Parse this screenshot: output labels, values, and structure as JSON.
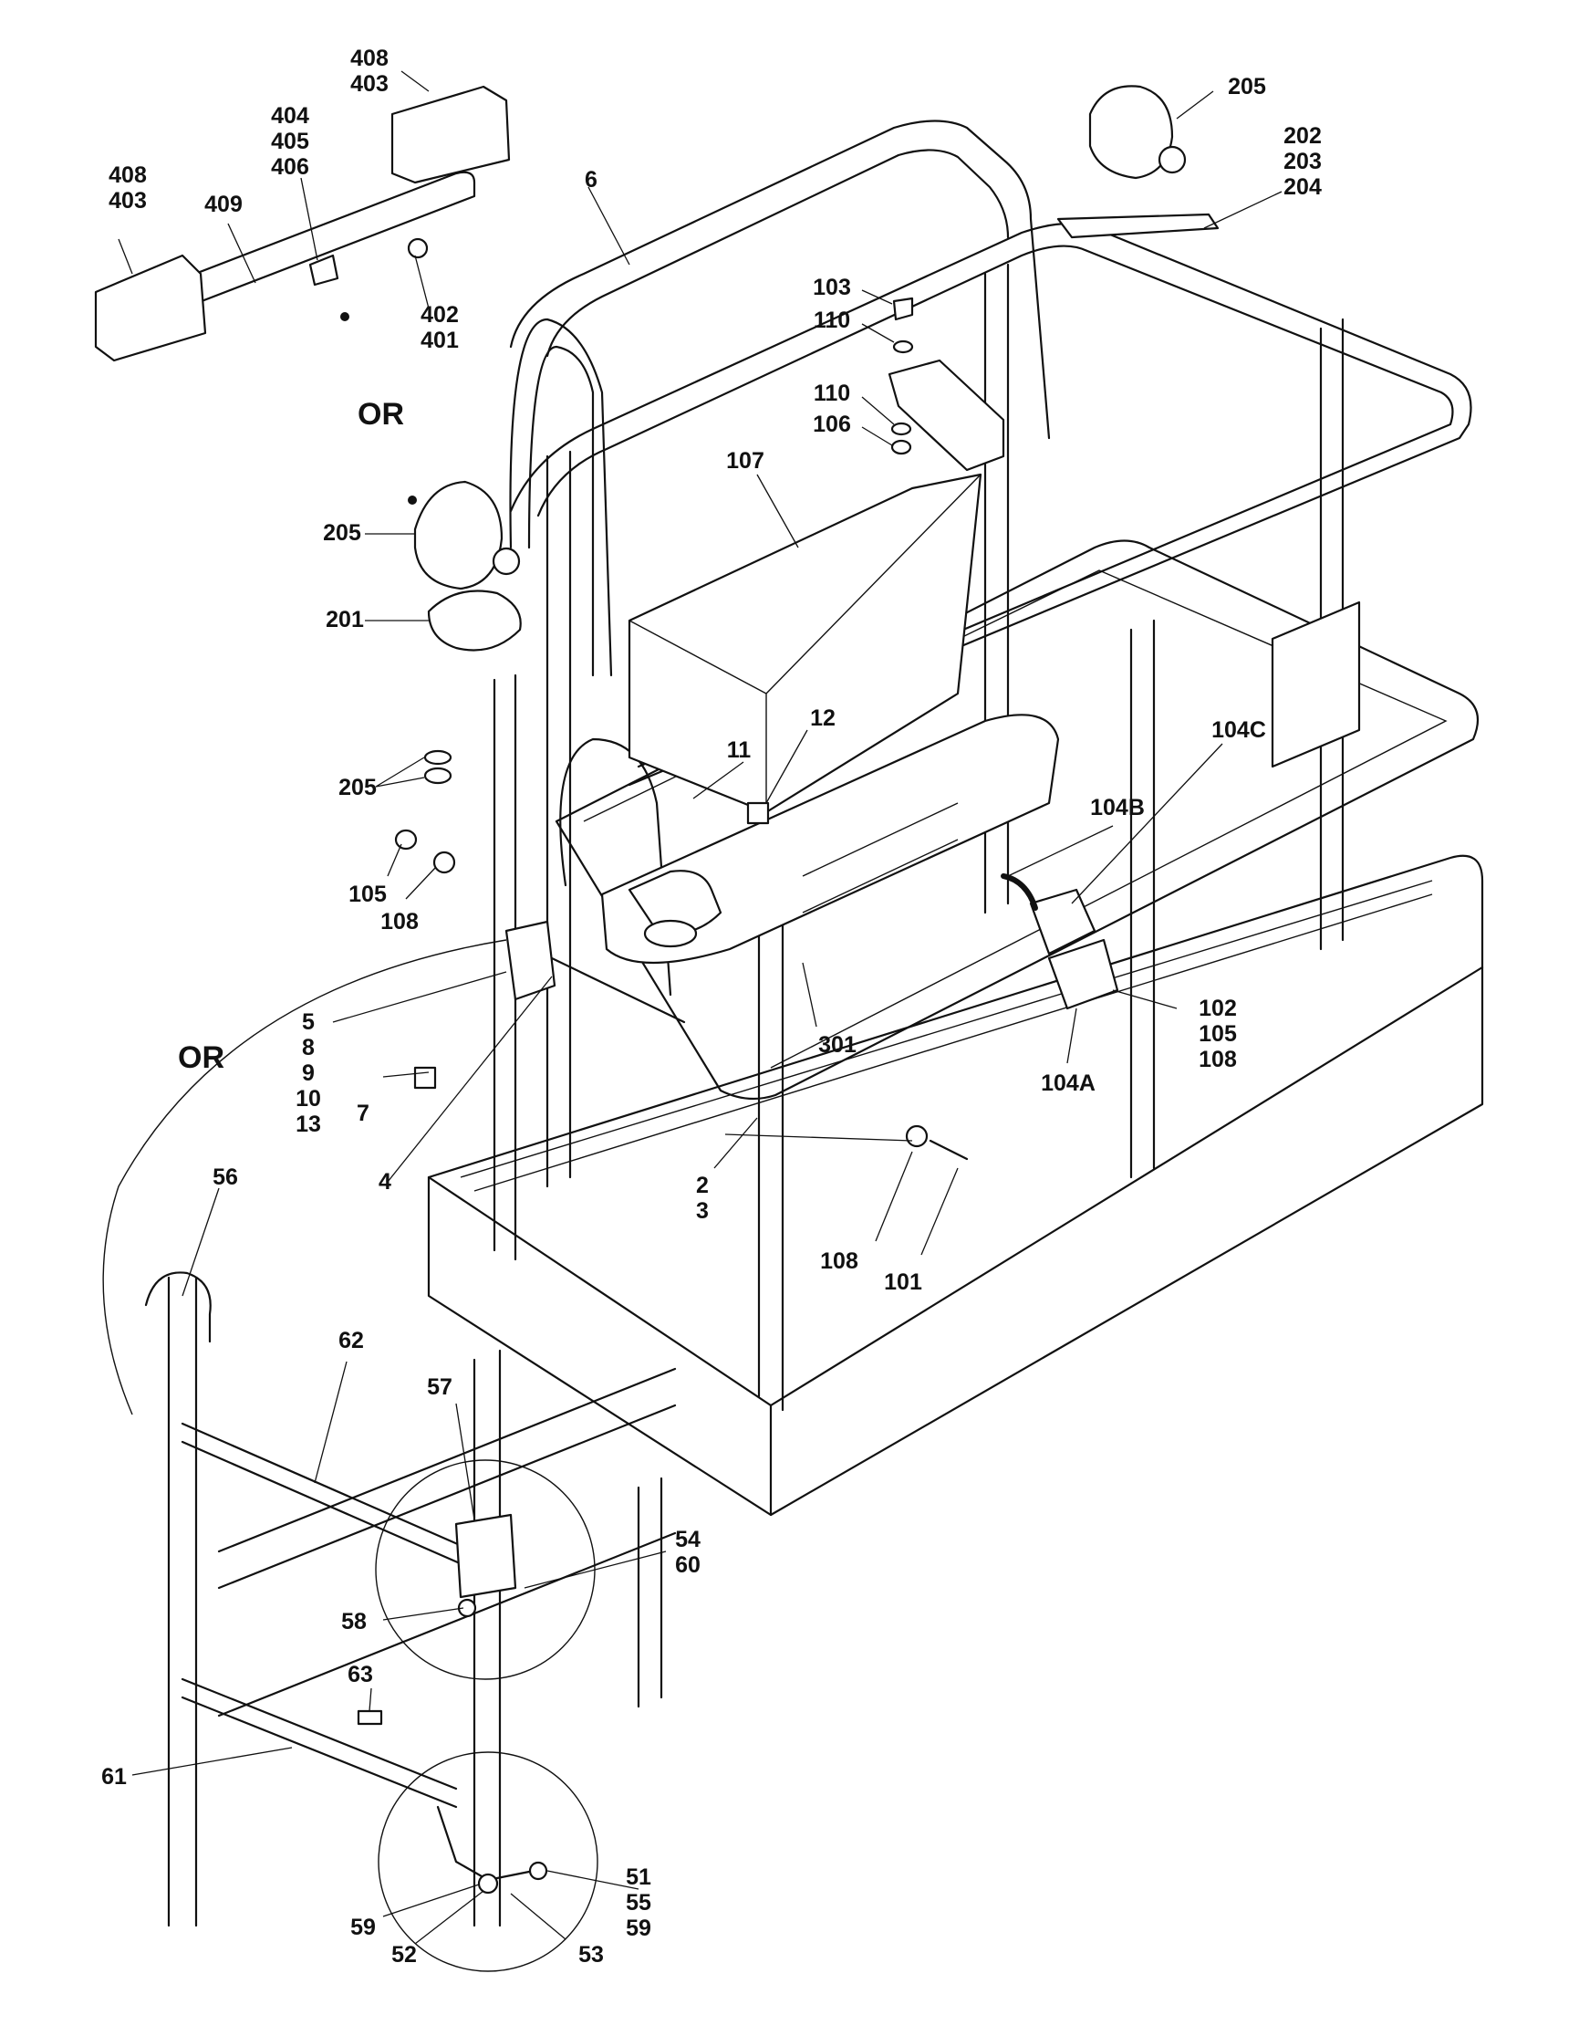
{
  "or_label": "OR",
  "callouts": [
    {
      "id": "c-408-403-right",
      "lines": [
        "408",
        "403"
      ]
    },
    {
      "id": "c-404-405-406",
      "lines": [
        "404",
        "405",
        "406"
      ]
    },
    {
      "id": "c-408-403-left",
      "lines": [
        "408",
        "403"
      ]
    },
    {
      "id": "c-409",
      "lines": [
        "409"
      ]
    },
    {
      "id": "c-402-401",
      "lines": [
        "402",
        "401"
      ]
    },
    {
      "id": "c-6",
      "lines": [
        "6"
      ]
    },
    {
      "id": "c-205-top",
      "lines": [
        "205"
      ]
    },
    {
      "id": "c-202-203-204",
      "lines": [
        "202",
        "203",
        "204"
      ]
    },
    {
      "id": "c-103",
      "lines": [
        "103"
      ]
    },
    {
      "id": "c-110-a",
      "lines": [
        "110"
      ]
    },
    {
      "id": "c-110-b",
      "lines": [
        "110"
      ]
    },
    {
      "id": "c-106",
      "lines": [
        "106"
      ]
    },
    {
      "id": "c-107",
      "lines": [
        "107"
      ]
    },
    {
      "id": "c-205-mid",
      "lines": [
        "205"
      ]
    },
    {
      "id": "c-201",
      "lines": [
        "201"
      ]
    },
    {
      "id": "c-205-low",
      "lines": [
        "205"
      ]
    },
    {
      "id": "c-105",
      "lines": [
        "105"
      ]
    },
    {
      "id": "c-108-a",
      "lines": [
        "108"
      ]
    },
    {
      "id": "c-12",
      "lines": [
        "12"
      ]
    },
    {
      "id": "c-11",
      "lines": [
        "11"
      ]
    },
    {
      "id": "c-104C",
      "lines": [
        "104C"
      ]
    },
    {
      "id": "c-104B",
      "lines": [
        "104B"
      ]
    },
    {
      "id": "c-5-group",
      "lines": [
        "5",
        "8",
        "9",
        "10",
        "13"
      ]
    },
    {
      "id": "c-7",
      "lines": [
        "7"
      ]
    },
    {
      "id": "c-4",
      "lines": [
        "4"
      ]
    },
    {
      "id": "c-301",
      "lines": [
        "301"
      ]
    },
    {
      "id": "c-102-105-108",
      "lines": [
        "102",
        "105",
        "108"
      ]
    },
    {
      "id": "c-104A",
      "lines": [
        "104A"
      ]
    },
    {
      "id": "c-2-3",
      "lines": [
        "2",
        "3"
      ]
    },
    {
      "id": "c-108-b",
      "lines": [
        "108"
      ]
    },
    {
      "id": "c-101",
      "lines": [
        "101"
      ]
    },
    {
      "id": "c-56",
      "lines": [
        "56"
      ]
    },
    {
      "id": "c-62",
      "lines": [
        "62"
      ]
    },
    {
      "id": "c-57",
      "lines": [
        "57"
      ]
    },
    {
      "id": "c-54-60",
      "lines": [
        "54",
        "60"
      ]
    },
    {
      "id": "c-58",
      "lines": [
        "58"
      ]
    },
    {
      "id": "c-63",
      "lines": [
        "63"
      ]
    },
    {
      "id": "c-61",
      "lines": [
        "61"
      ]
    },
    {
      "id": "c-51-55-59",
      "lines": [
        "51",
        "55",
        "59"
      ]
    },
    {
      "id": "c-59",
      "lines": [
        "59"
      ]
    },
    {
      "id": "c-52",
      "lines": [
        "52"
      ]
    },
    {
      "id": "c-53",
      "lines": [
        "53"
      ]
    }
  ]
}
